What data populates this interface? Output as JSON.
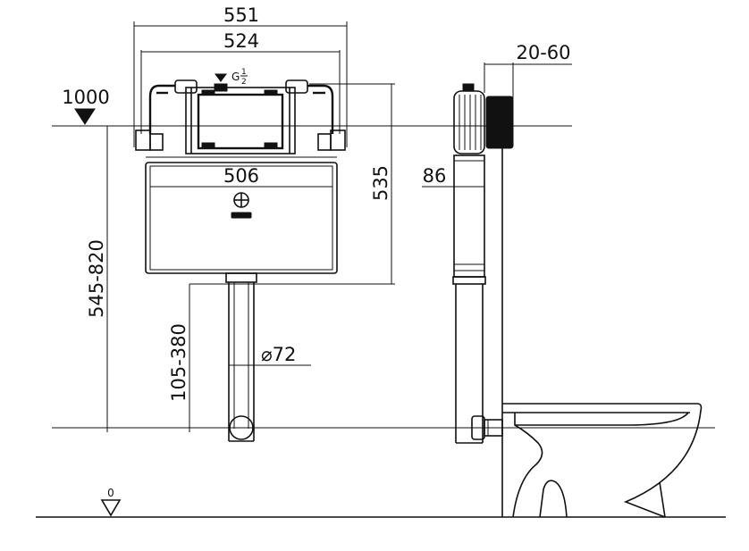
{
  "dimensions": {
    "width_outer": "551",
    "width_inner": "524",
    "width_tank": "506",
    "height_tank": "535",
    "install_height": "1000",
    "frame_height": "545-820",
    "pipe_height": "105-380",
    "pipe_diameter": "⌀72",
    "wall_depth": "20-60",
    "frame_depth": "86",
    "floor_level": "0",
    "inlet_thread": "G",
    "inlet_num": "1",
    "inlet_den": "2"
  },
  "colors": {
    "line": "#111111",
    "background": "#ffffff"
  }
}
